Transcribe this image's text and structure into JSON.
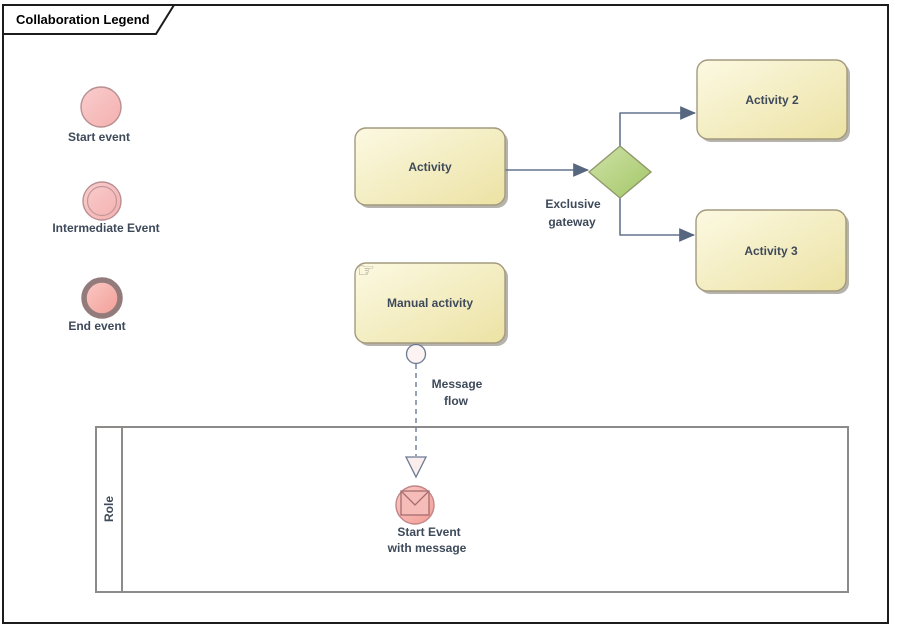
{
  "title": "Collaboration Legend",
  "legend": {
    "start_event": "Start event",
    "intermediate_event": "Intermediate Event",
    "end_event": "End event"
  },
  "process": {
    "activity": "Activity",
    "activity_2": "Activity 2",
    "activity_3": "Activity 3",
    "manual_activity": "Manual activity",
    "manual_icon": {
      "name": "hand-icon",
      "glyph": "☞"
    },
    "gateway": {
      "line1": "Exclusive",
      "line2": "gateway"
    },
    "message_flow": {
      "line1": "Message",
      "line2": "flow"
    },
    "message_start_event": {
      "line1": "Start Event",
      "line2": "with message"
    },
    "pool_role": "Role"
  },
  "colors": {
    "event_fill": "#f7c6c7",
    "event_border": "#b98f92",
    "end_event_border": "#937b7c",
    "activity_fill_light": "#fbf8dd",
    "activity_fill_dark": "#ece2a4",
    "activity_border": "#a39a7e",
    "gateway_fill_light": "#cfe2a8",
    "gateway_fill_dark": "#a3c766",
    "gateway_border": "#90996c",
    "connector": "#64748e",
    "arrowhead": "#56677f",
    "pool_border": "#8d8b89",
    "label_text": "#3e4a5a",
    "frame_border": "#1c1c1c"
  }
}
